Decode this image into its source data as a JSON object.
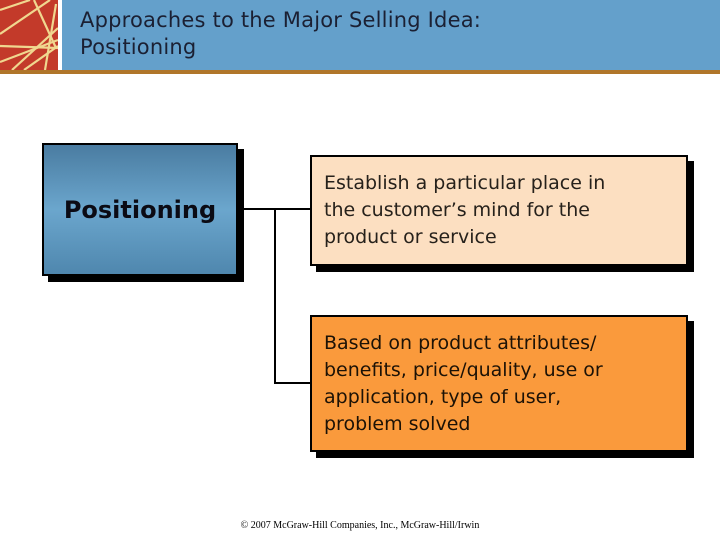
{
  "header": {
    "title_lines": [
      "Approaches to the Major Selling Idea:",
      "Positioning"
    ],
    "logo": "abstract-starburst-red-square"
  },
  "diagram": {
    "main_box": {
      "label": "Positioning"
    },
    "detail_boxes": [
      {
        "lines": [
          "Establish a particular place in",
          "the customer’s mind for the",
          "product or service"
        ]
      },
      {
        "lines": [
          "Based on product attributes/",
          "benefits, price/quality, use or",
          "application, type of user,",
          "problem solved"
        ]
      }
    ]
  },
  "footer": {
    "copyright": "© 2007 McGraw-Hill Companies, Inc., McGraw-Hill/Irwin"
  },
  "colors": {
    "header_bg": "#64A0CB",
    "accent_line": "#B0762A",
    "logo_red": "#C33A2A",
    "logo_line_yellow": "#F0D78F",
    "main_box_gradient_top": "#4A7CA1",
    "main_box_gradient_mid": "#6BA6CD",
    "main_box_gradient_bottom": "#4F87AE",
    "detail_box1_bg": "#FCDFC1",
    "detail_box2_bg": "#FA9A3C",
    "border_and_shadow": "#000000",
    "title_text": "#1B2033"
  }
}
